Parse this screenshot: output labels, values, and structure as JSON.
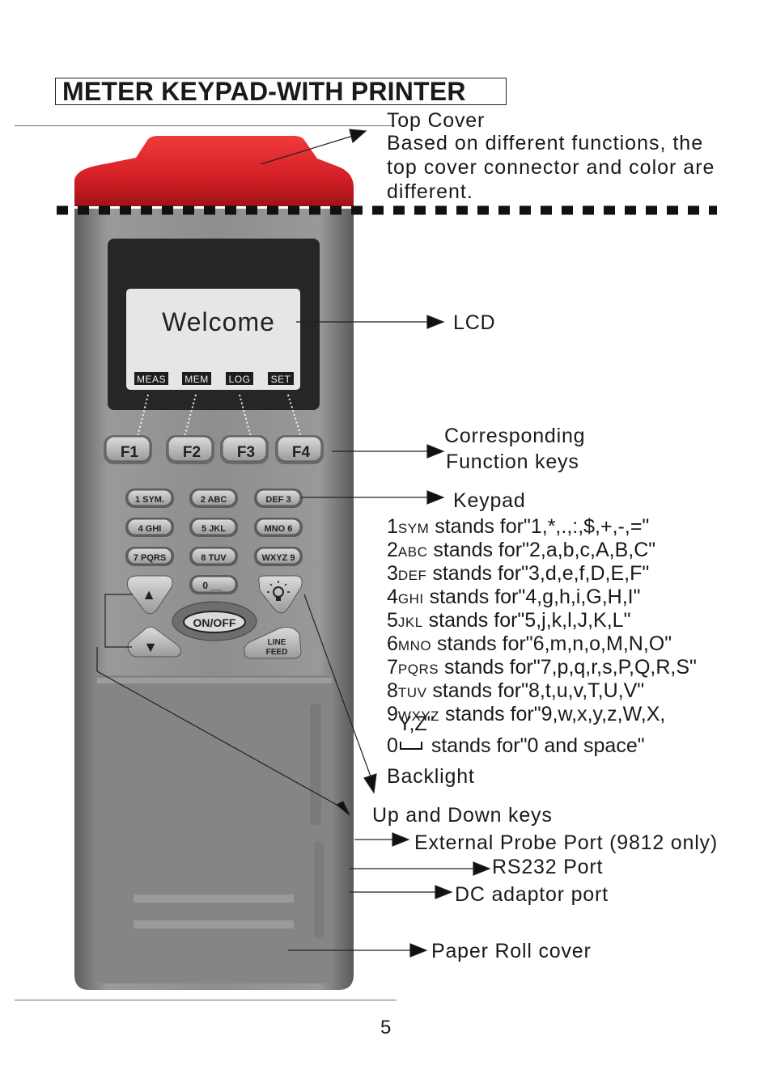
{
  "page": {
    "title": "METER KEYPAD-WITH PRINTER",
    "page_number": "5"
  },
  "device": {
    "lcd_text": "Welcome",
    "softkey_labels": [
      "MEAS",
      "MEM",
      "LOG",
      "SET"
    ],
    "function_keys": [
      "F1",
      "F2",
      "F3",
      "F4"
    ],
    "keypad_rows": [
      [
        "1 SYM.",
        "2 ABC",
        "DEF  3"
      ],
      [
        "4 GHI",
        "5 JKL",
        "MNO  6"
      ],
      [
        "7 PQRS",
        "8 TUV",
        "WXYZ 9"
      ]
    ],
    "zero_key": "0 __",
    "onoff_label": "ON/OFF",
    "line_feed_label": [
      "LINE",
      "FEED"
    ],
    "colors": {
      "top_cover": "#d41f26",
      "body": "#8c8c8c",
      "lcd": "#e6e6e6",
      "bezel": "#262626"
    }
  },
  "callouts": {
    "top_cover_title": "Top Cover",
    "top_cover_desc": [
      "Based on different functions, the",
      "top cover connector and color are",
      "different."
    ],
    "lcd": "LCD",
    "function_keys": [
      "Corresponding",
      "Function keys"
    ],
    "keypad": "Keypad",
    "key_map": [
      {
        "digit": "1",
        "letters": "SYM",
        "text": " stands for\"1,*,.,:,$,+,-,=\""
      },
      {
        "digit": "2",
        "letters": "ABC",
        "text": " stands for\"2,a,b,c,A,B,C\""
      },
      {
        "digit": "3",
        "letters": "DEF",
        "text": " stands for\"3,d,e,f,D,E,F\""
      },
      {
        "digit": "4",
        "letters": "GHI",
        "text": " stands for\"4,g,h,i,G,H,I\""
      },
      {
        "digit": "5",
        "letters": "JKL",
        "text": " stands for\"5,j,k,l,J,K,L\""
      },
      {
        "digit": "6",
        "letters": "MNO",
        "text": " stands for\"6,m,n,o,M,N,O\""
      },
      {
        "digit": "7",
        "letters": "PQRS",
        "text": " stands for\"7,p,q,r,s,P,Q,R,S\""
      },
      {
        "digit": "8",
        "letters": "TUV",
        "text": " stands for\"8,t,u,v,T,U,V\""
      },
      {
        "digit": "9",
        "letters": "WXYZ",
        "text": " stands for\"9,w,x,y,z,W,X,"
      }
    ],
    "key_map_cont": "Y,Z\"",
    "zero_line": {
      "digit": "0",
      "text": " stands for\"0 and space\""
    },
    "backlight": "Backlight",
    "up_down": "Up and Down keys",
    "probe_port": "External Probe Port (9812 only)",
    "rs232": "RS232 Port",
    "dc_port": "DC adaptor port",
    "paper_roll": "Paper Roll cover"
  }
}
